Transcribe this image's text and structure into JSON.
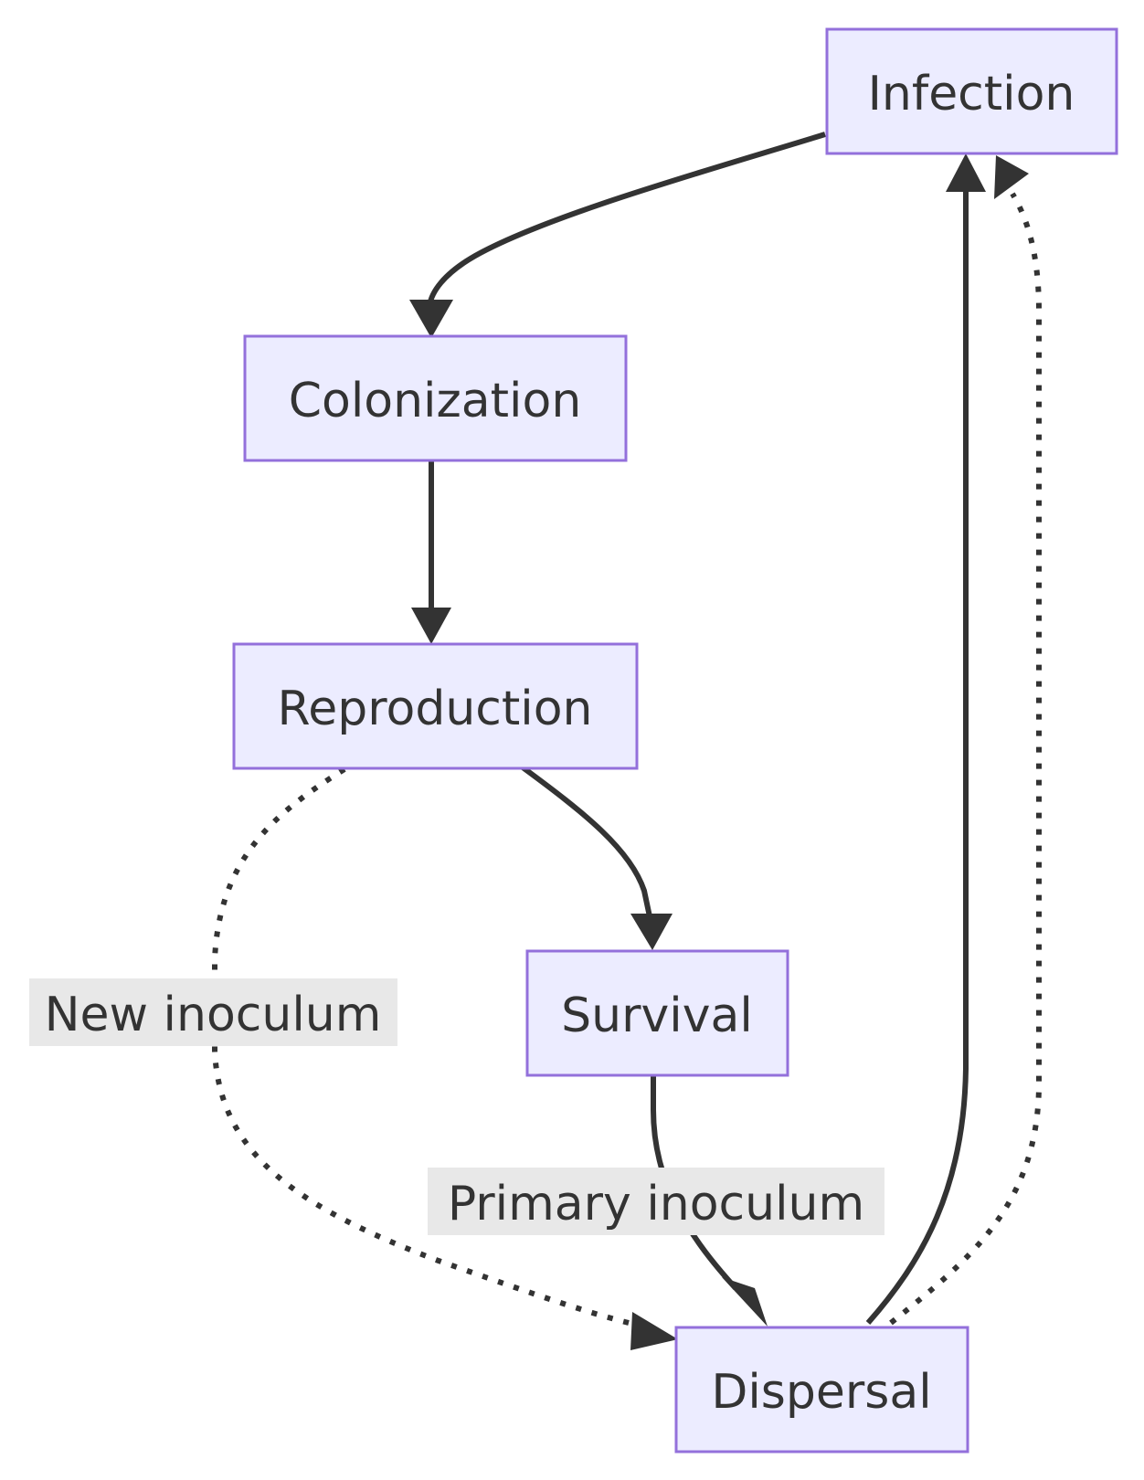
{
  "diagram": {
    "type": "flowchart",
    "nodes": [
      {
        "id": "infection",
        "label": "Infection"
      },
      {
        "id": "colonization",
        "label": "Colonization"
      },
      {
        "id": "reproduction",
        "label": "Reproduction"
      },
      {
        "id": "survival",
        "label": "Survival"
      },
      {
        "id": "dispersal",
        "label": "Dispersal"
      }
    ],
    "edges": [
      {
        "from": "infection",
        "to": "colonization",
        "style": "solid",
        "label": ""
      },
      {
        "from": "colonization",
        "to": "reproduction",
        "style": "solid",
        "label": ""
      },
      {
        "from": "reproduction",
        "to": "survival",
        "style": "solid",
        "label": ""
      },
      {
        "from": "reproduction",
        "to": "dispersal",
        "style": "dotted",
        "label": "New inoculum"
      },
      {
        "from": "survival",
        "to": "dispersal",
        "style": "solid",
        "label": "Primary inoculum"
      },
      {
        "from": "dispersal",
        "to": "infection",
        "style": "solid",
        "label": ""
      },
      {
        "from": "dispersal",
        "to": "infection",
        "style": "dotted",
        "label": ""
      }
    ],
    "colors": {
      "node_fill": "#ECECFF",
      "node_border": "#9370DB",
      "edge": "#333333",
      "text": "#333333",
      "label_background": "#e8e8e8"
    }
  }
}
